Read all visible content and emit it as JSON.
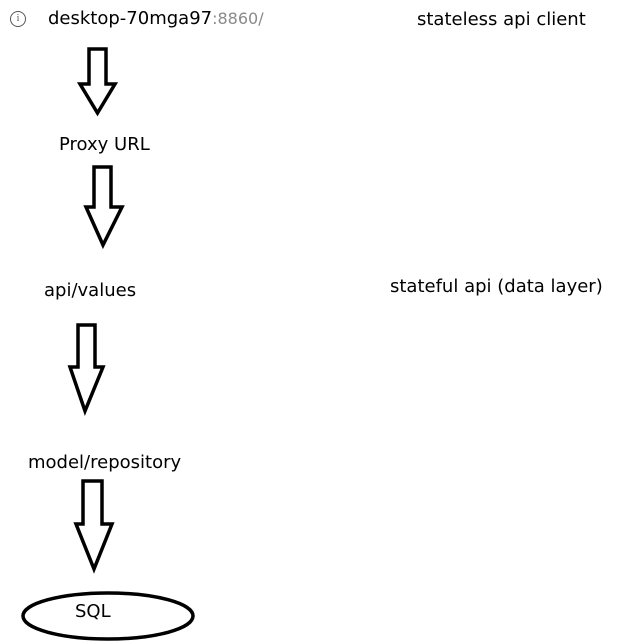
{
  "address_bar": {
    "info_icon": "info-circle-icon",
    "host": "desktop-70mga97",
    "port_path": ":8860/"
  },
  "nodes": {
    "proxy": "Proxy URL",
    "api_values": "api/values",
    "model_repository": "model/repository",
    "sql": "SQL"
  },
  "annotations": {
    "stateless": "stateless api client",
    "stateful": "stateful api (data layer)"
  },
  "colors": {
    "stroke": "#000000",
    "port_text": "#8a8a8a"
  }
}
